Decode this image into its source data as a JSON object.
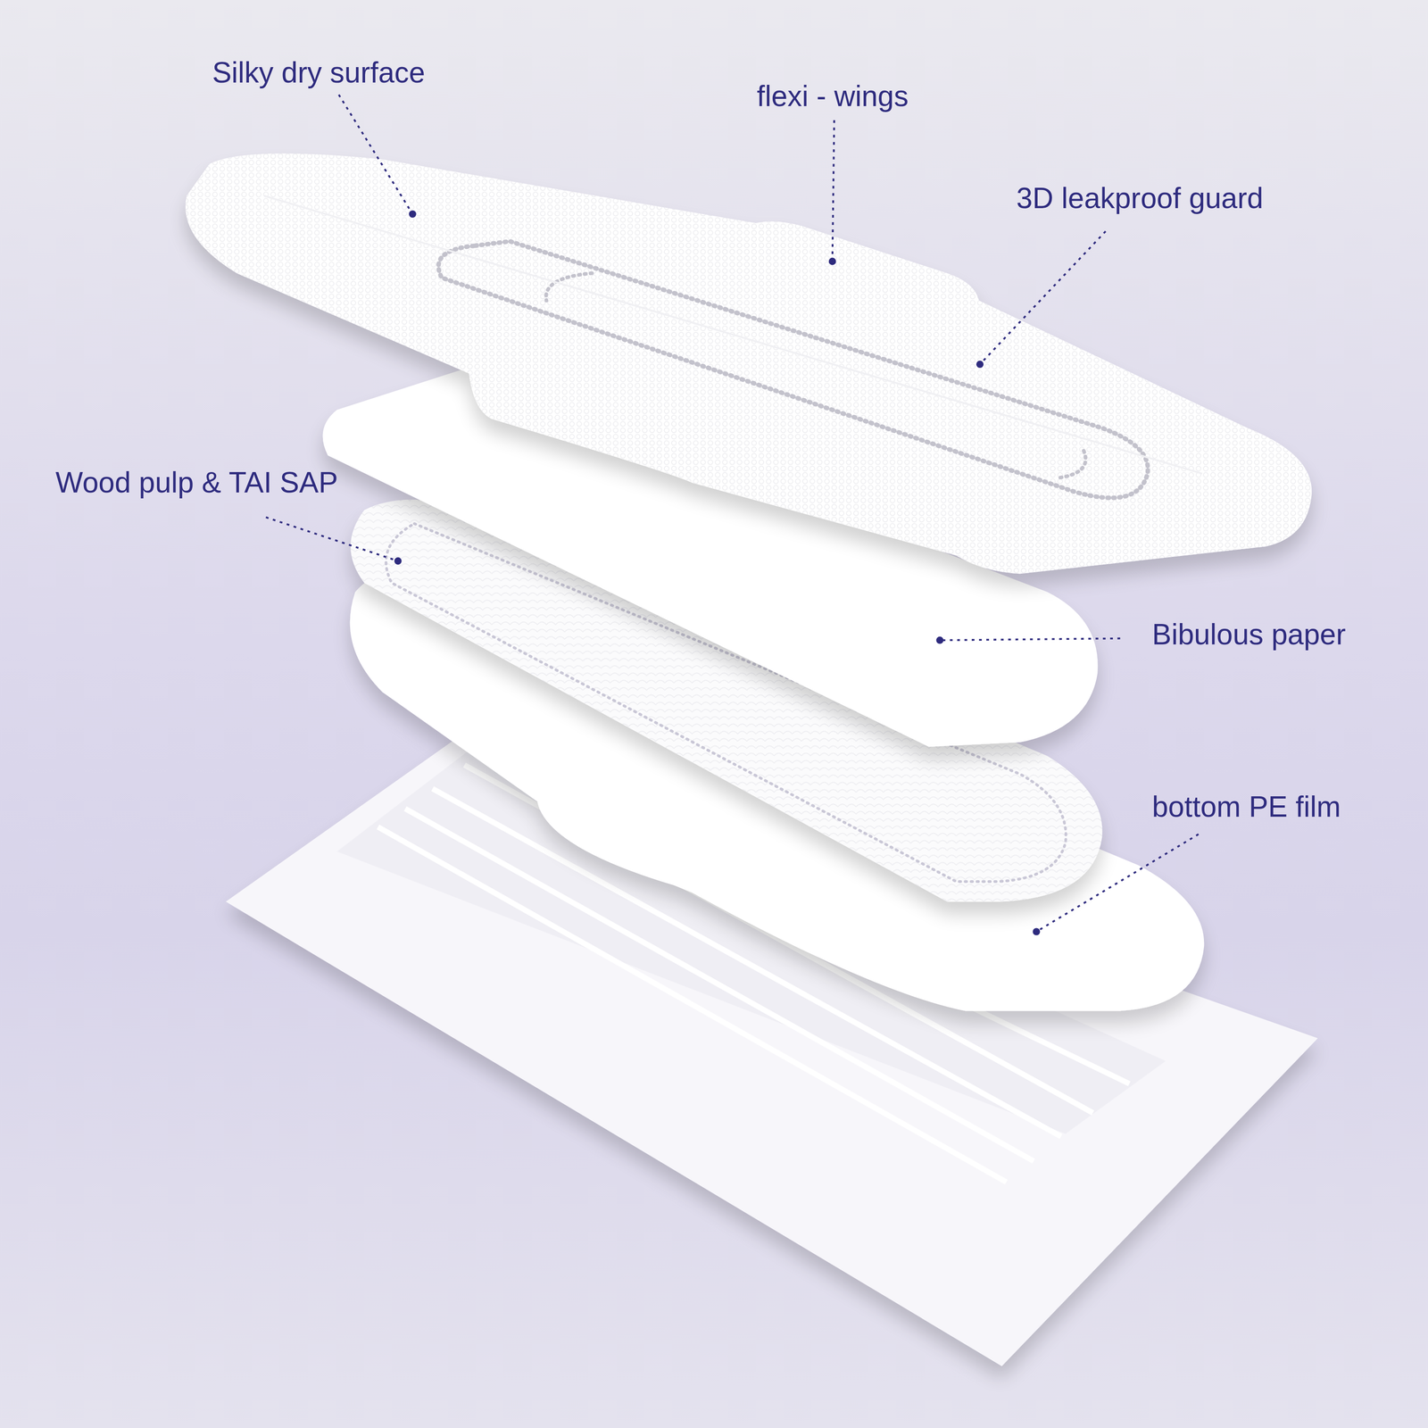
{
  "diagram": {
    "labels": [
      "Silky dry surface",
      "flexi - wings",
      "3D leakproof guard",
      "Wood pulp & TAI SAP",
      "Bibulous paper",
      "bottom PE film"
    ]
  }
}
